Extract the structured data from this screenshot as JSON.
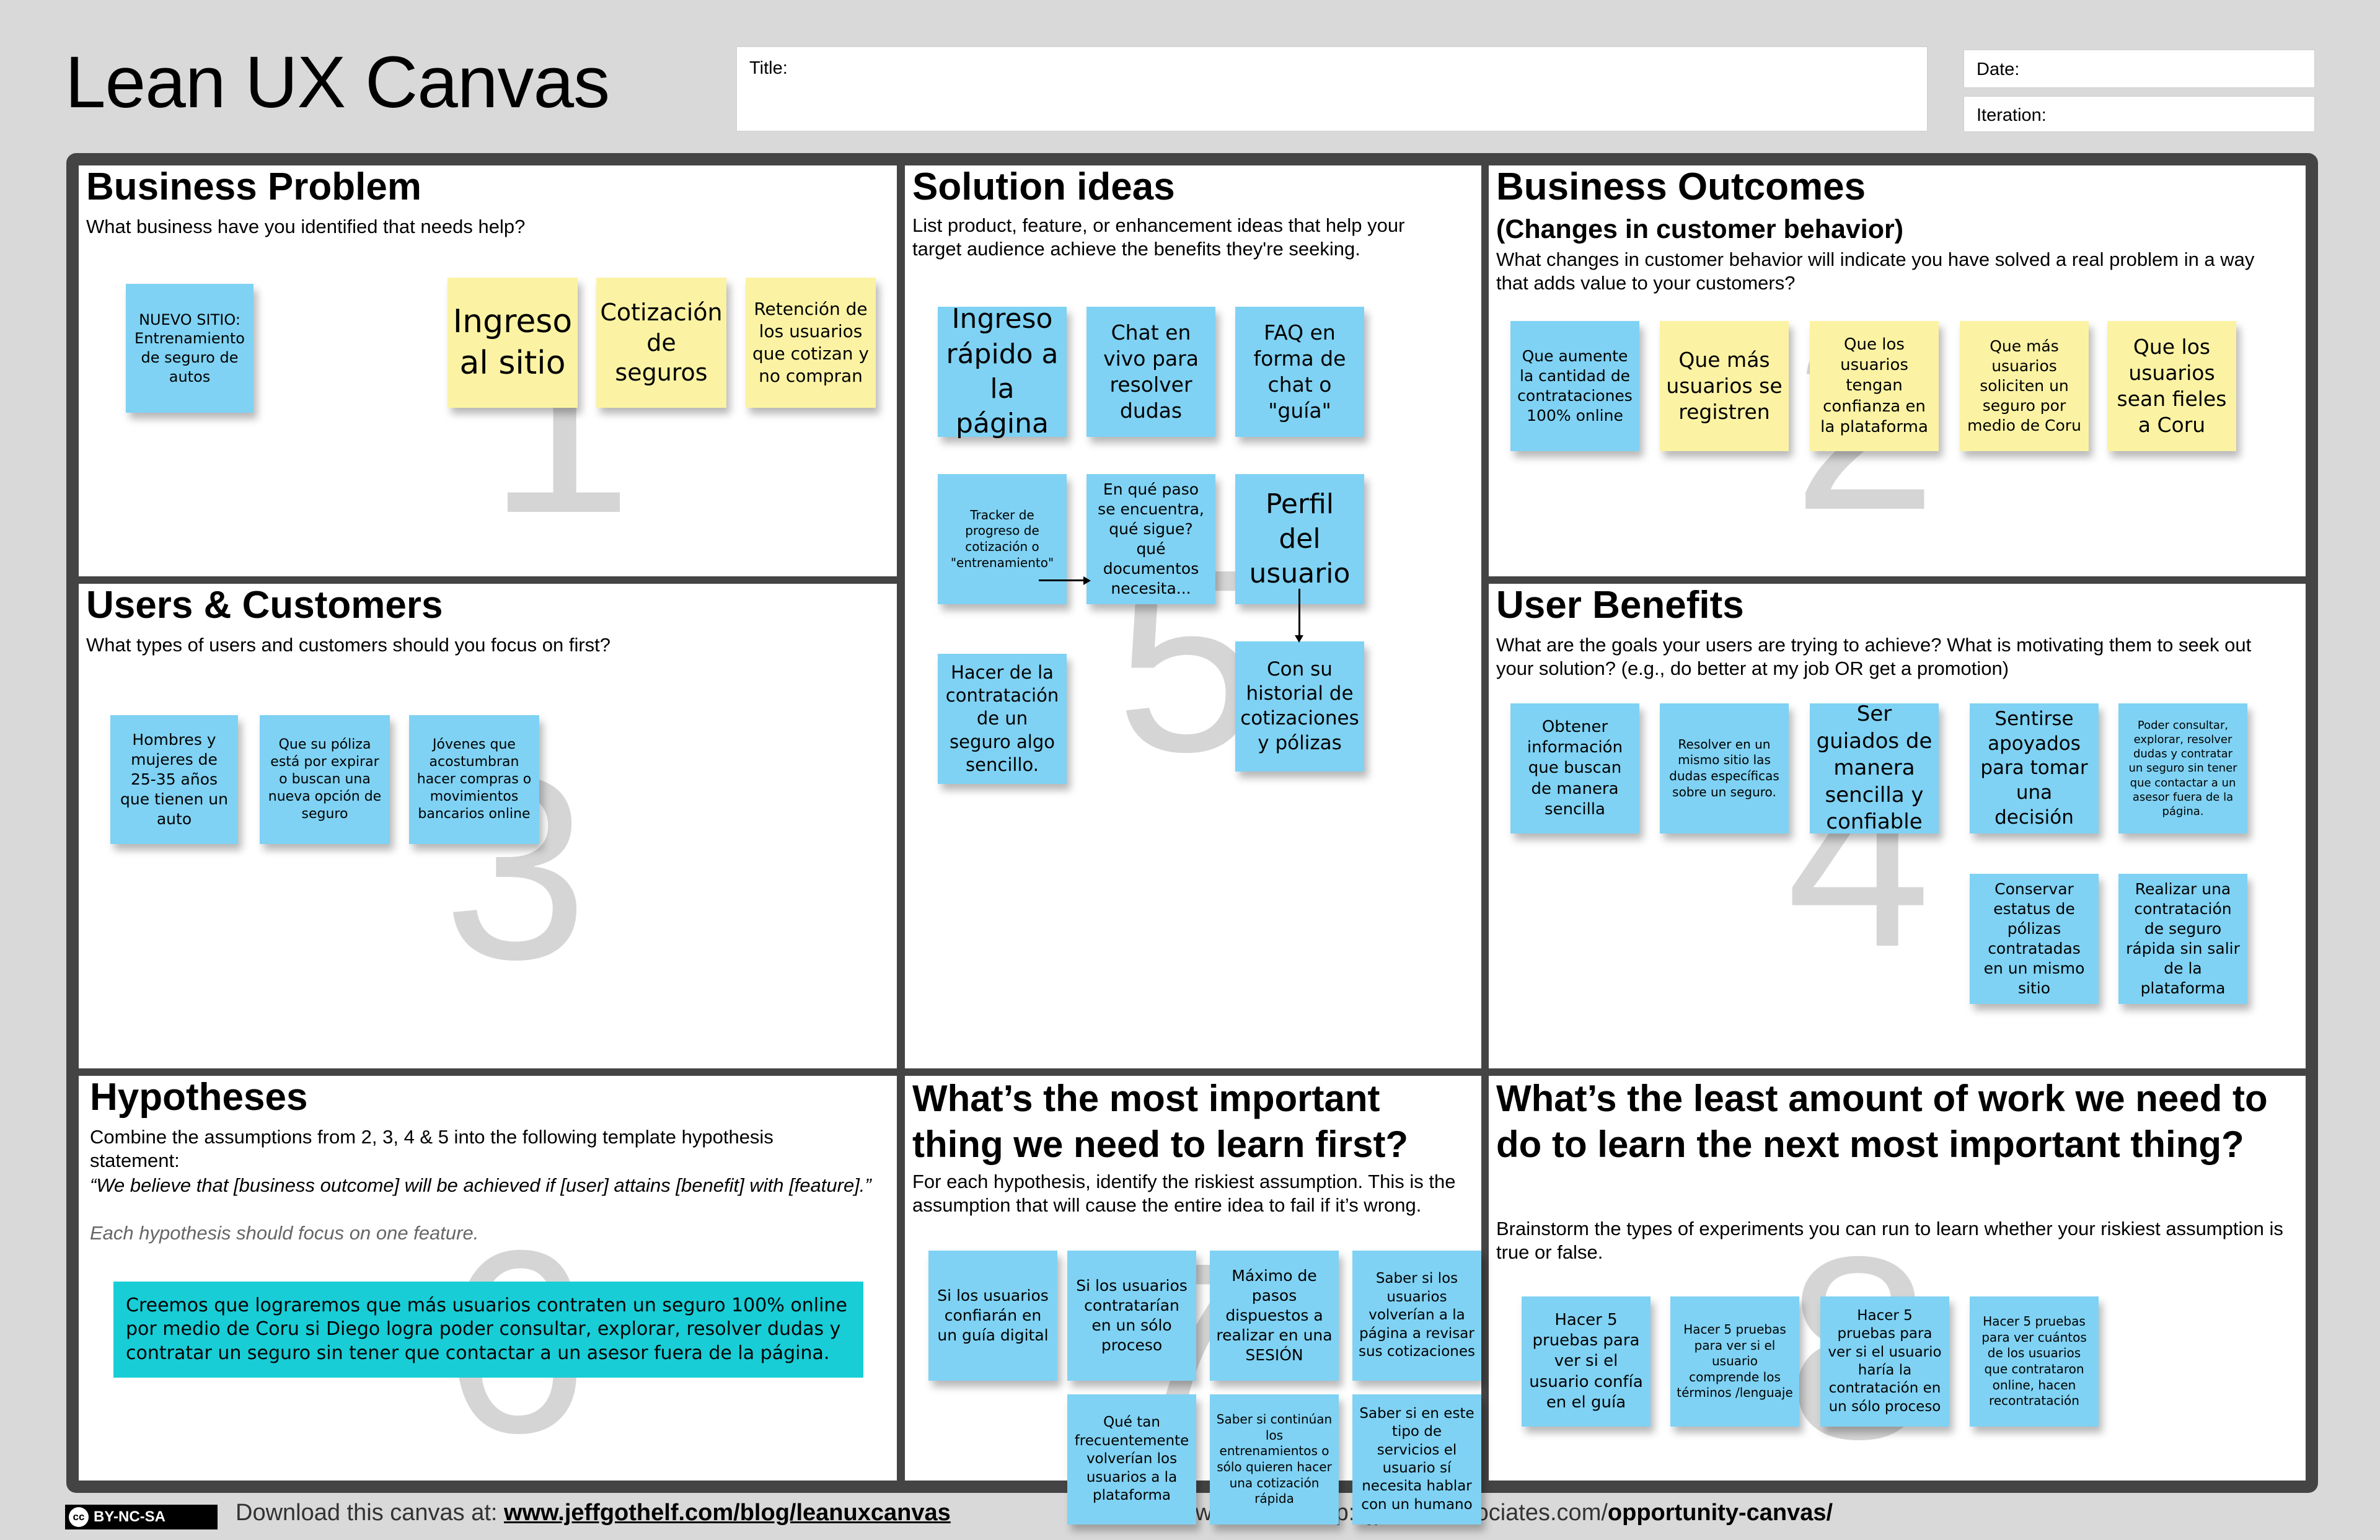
{
  "header": {
    "title": "Lean UX Canvas",
    "title_field_label": "Title:",
    "date_label": "Date:",
    "iteration_label": "Iteration:"
  },
  "cells": {
    "business_problem": {
      "title": "Business Problem",
      "subtitle": "What business have you identified that needs help?",
      "number": "1",
      "notes": [
        "NUEVO SITIO: Entrenamiento de seguro de autos",
        "Ingreso al sitio",
        "Cotización de seguros",
        "Retención de los usuarios que cotizan y no compran"
      ]
    },
    "users_customers": {
      "title": "Users & Customers",
      "subtitle": "What types of users and customers should you focus on first?",
      "number": "3",
      "notes": [
        "Hombres y mujeres de 25-35 años que tienen un auto",
        "Que su póliza está por expirar o buscan una nueva opción de seguro",
        "Jóvenes que acostumbran hacer compras o movimientos bancarios online"
      ]
    },
    "solution_ideas": {
      "title": "Solution ideas",
      "subtitle": "List product, feature, or enhancement ideas that help your target audience achieve the benefits they're seeking.",
      "number": "5",
      "notes": [
        "Ingreso rápido a la página",
        "Chat en vivo para resolver dudas",
        "FAQ en forma de chat o \"guía\"",
        "Tracker de progreso de cotización o \"entrenamiento\"",
        "En qué paso se encuentra, qué sigue? qué documentos necesita...",
        "Perfil del usuario",
        "Hacer de la contratación de un seguro algo sencillo.",
        "Con su historial de cotizaciones y pólizas"
      ]
    },
    "business_outcomes": {
      "title": "Business Outcomes",
      "title2": "(Changes in customer behavior)",
      "subtitle": "What changes in customer behavior will indicate you have solved a real problem in a way that adds value to your customers?",
      "number": "2",
      "notes": [
        "Que aumente la cantidad de contrataciones 100% online",
        "Que más usuarios se registren",
        "Que los usuarios tengan confianza en la plataforma",
        "Que más usuarios soliciten un seguro por medio de Coru",
        "Que los usuarios sean fieles a Coru"
      ]
    },
    "user_benefits": {
      "title": "User Benefits",
      "subtitle": "What are the goals your users are trying to achieve? What is motivating them to seek out your solution? (e.g., do better at my job OR get a promotion)",
      "number": "4",
      "notes": [
        "Obtener información que buscan de manera sencilla",
        "Resolver en un mismo sitio las dudas específicas sobre un seguro.",
        "Ser guiados de manera sencilla y confiable",
        "Sentirse apoyados para tomar una decisión",
        "Poder consultar, explorar, resolver dudas y contratar un seguro sin tener que contactar a un asesor fuera de la página.",
        "Conservar estatus de pólizas contratadas en un mismo sitio",
        "Realizar una contratación de seguro rápida sin salir de la plataforma"
      ]
    },
    "hypotheses": {
      "title": "Hypotheses",
      "subtitle": "Combine the assumptions from 2, 3, 4 & 5 into the following template hypothesis statement:",
      "template": "“We believe that [business outcome] will be achieved if [user] attains [benefit] with [feature].”",
      "note": "Each hypothesis should focus on one feature.",
      "number": "6",
      "statement": "Creemos que lograremos que más usuarios contraten un seguro 100% online por medio de Coru si Diego logra poder consultar, explorar, resolver dudas y contratar un seguro sin tener que contactar a un asesor fuera de la página."
    },
    "learn_first": {
      "title": "What’s the most important thing we need to learn first?",
      "subtitle": "For each hypothesis, identify the riskiest assumption. This is the assumption that will cause the entire idea to fail if it’s wrong.",
      "number": "7",
      "notes": [
        "Si los usuarios confiarán en un guía digital",
        "Si los usuarios contratarían en un sólo proceso",
        "Máximo de pasos dispuestos a realizar en una SESIÓN",
        "Saber si los usuarios volverían a la página a revisar sus cotizaciones",
        "Qué tan frecuentemente volverían los usuarios a la plataforma",
        "Saber si continúan los entrenamientos o sólo quieren hacer una cotización rápida",
        "Saber si en este tipo de servicios el usuario sí necesita hablar con un humano"
      ]
    },
    "least_work": {
      "title": "What’s the least amount of work we need to do to learn the next most important thing?",
      "subtitle": "Brainstorm the types of experiments you can run to learn whether your riskiest assumption is true or false.",
      "number": "8",
      "notes": [
        "Hacer 5 pruebas para ver si el usuario confía en el guía",
        "Hacer 5 pruebas para ver si el usuario comprende los términos /lenguaje",
        "Hacer 5 pruebas para ver si el usuario haría la contratación en un sólo proceso",
        "Hacer 5 pruebas para ver cuántos de los usuarios que contrataron online, hacen recontratación"
      ]
    }
  },
  "footer": {
    "license": "BY-NC-SA",
    "download_text": "Download this canvas at:",
    "download_link": "www.jeffgothelf.com/blog/leanuxcanvas",
    "right_text": "Canvas. Download at:  http://jpattonassociates.com/",
    "right_bold": "opportunity-canvas/"
  },
  "colors": {
    "note_blue": "#7fd2f3",
    "note_yellow": "#fbf3a3",
    "hypothesis_teal": "#18cdd6",
    "board_border": "#444444"
  }
}
